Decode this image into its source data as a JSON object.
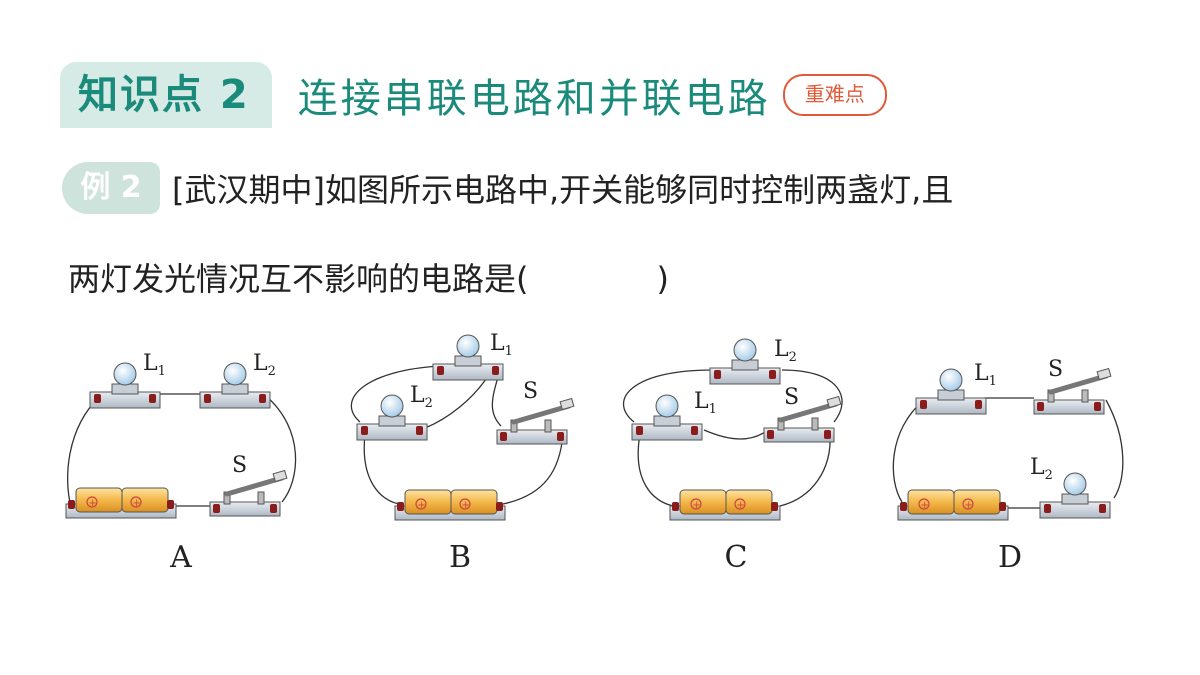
{
  "header": {
    "badge": "知识点 2",
    "title": "连接串联电路和并联电路",
    "tag": "重难点"
  },
  "example": {
    "badge": "例 2",
    "source": "[武汉期中]",
    "line1": "如图所示电路中,开关能够同时控制两盏灯,且",
    "line2_start": "两灯发光情况互不影响的电路是(",
    "line2_end": ")"
  },
  "diagrams": [
    {
      "label": "A",
      "lamp1": "L",
      "lamp1_sub": "1",
      "lamp2": "L",
      "lamp2_sub": "2",
      "switch": "S"
    },
    {
      "label": "B",
      "lamp1": "L",
      "lamp1_sub": "1",
      "lamp2": "L",
      "lamp2_sub": "2",
      "switch": "S"
    },
    {
      "label": "C",
      "lamp1": "L",
      "lamp1_sub": "1",
      "lamp2": "L",
      "lamp2_sub": "2",
      "switch": "S"
    },
    {
      "label": "D",
      "lamp1": "L",
      "lamp1_sub": "1",
      "lamp2": "L",
      "lamp2_sub": "2",
      "switch": "S"
    }
  ],
  "colors": {
    "accent": "#1a8a7a",
    "tag": "#e05a3a",
    "battery": "#f4b84a"
  }
}
